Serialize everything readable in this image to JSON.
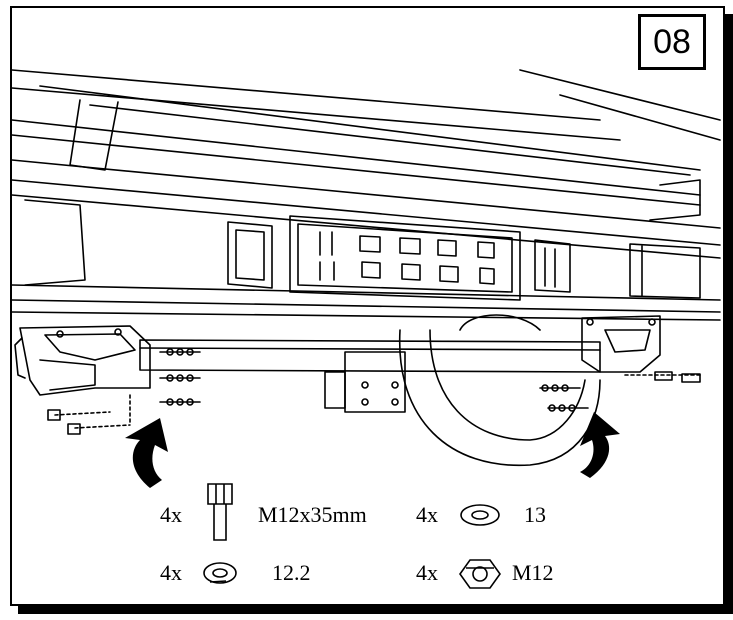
{
  "step_number": "08",
  "parts": [
    {
      "qty": "4x",
      "name": "M12x35mm",
      "icon": "bolt-icon"
    },
    {
      "qty": "4x",
      "name": "13",
      "icon": "flat-washer-icon"
    },
    {
      "qty": "4x",
      "name": "12.2",
      "icon": "spring-washer-icon"
    },
    {
      "qty": "4x",
      "name": "M12",
      "icon": "hex-nut-icon"
    }
  ],
  "colors": {
    "line": "#000000",
    "background": "#ffffff"
  }
}
